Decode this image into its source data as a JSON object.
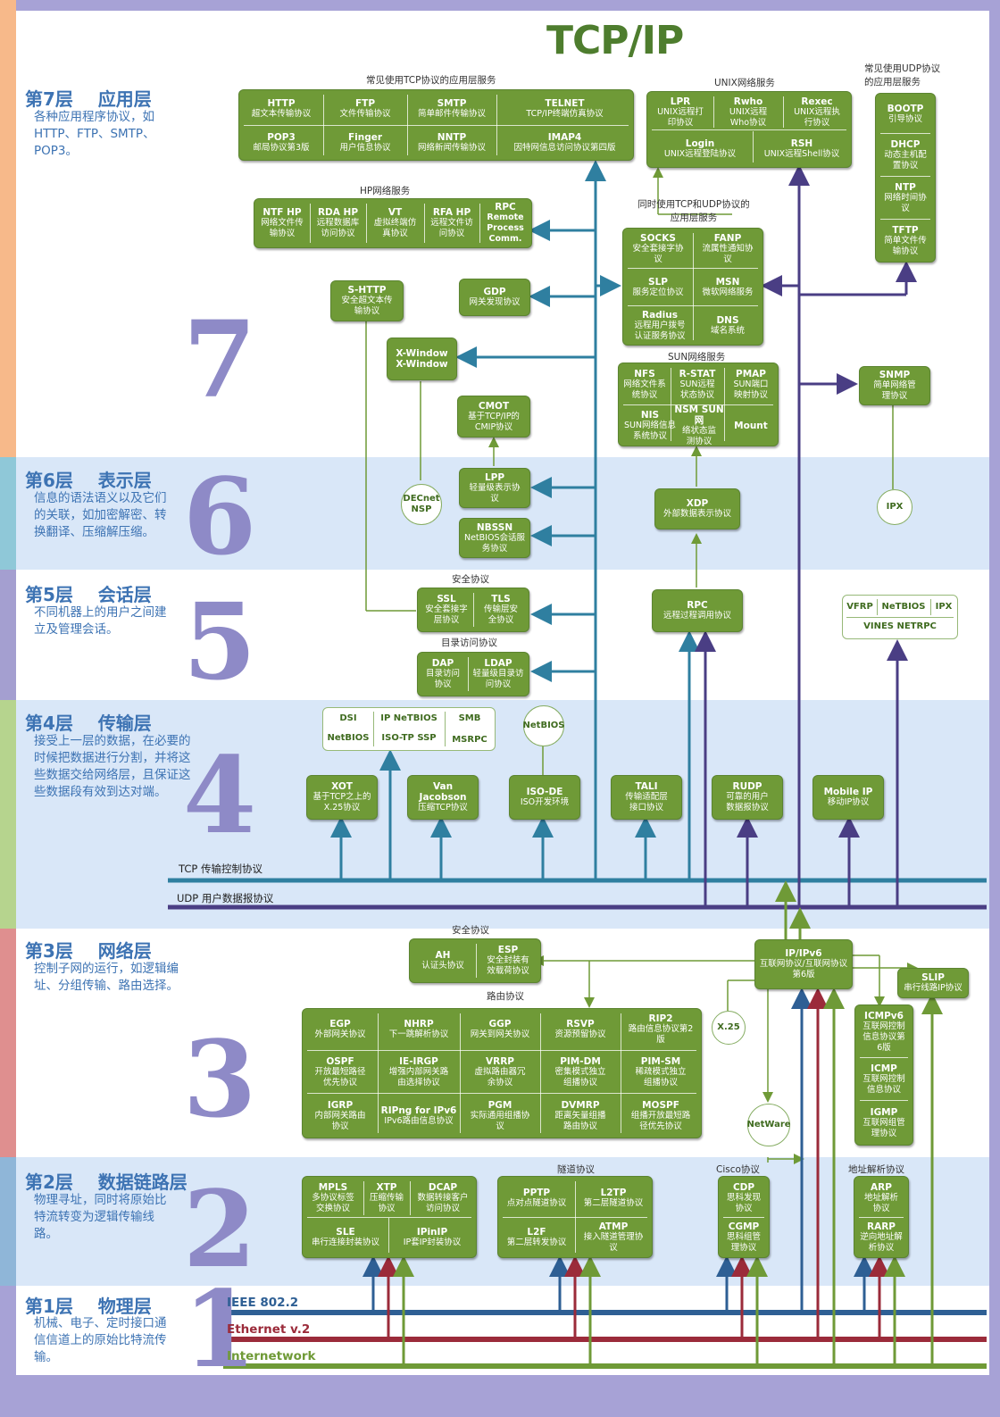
{
  "title": "TCP/IP",
  "layers": [
    {
      "title": "第7层    应用层",
      "desc": "各种应用程序协议，如HTTP、FTP、SMTP、POP3。",
      "num": "7"
    },
    {
      "title": "第6层    表示层",
      "desc": "信息的语法语义以及它们的关联，如加密解密、转换翻译、压缩解压缩。",
      "num": "6"
    },
    {
      "title": "第5层    会话层",
      "desc": "不同机器上的用户之间建立及管理会话。",
      "num": "5"
    },
    {
      "title": "第4层    传输层",
      "desc": "接受上一层的数据，在必要的时候把数据进行分割，并将这些数据交给网络层，且保证这些数据段有效到达对端。",
      "num": "4"
    },
    {
      "title": "第3层    网络层",
      "desc": "控制子网的运行，如逻辑编址、分组传输、路由选择。",
      "num": "3"
    },
    {
      "title": "第2层    数据链路层",
      "desc": "物理寻址，同时将原始比特流转变为逻辑传输线路。",
      "num": "2"
    },
    {
      "title": "第1层    物理层",
      "desc": "机械、电子、定时接口通信信道上的原始比特流传输。",
      "num": "1"
    }
  ],
  "captions": {
    "tcp_apps": "常见使用TCP协议的应用层服务",
    "unix": "UNIX网络服务",
    "udp_apps": "常见使用UDP协议的应用层服务",
    "hp": "HP网络服务",
    "both": "同时使用TCP和UDP协议的应用层服务",
    "sun": "SUN网络服务",
    "sec5": "安全协议",
    "dir": "目录访问协议",
    "sec3": "安全协议",
    "routing": "路由协议",
    "tunnel": "隧道协议",
    "cisco": "Cisco协议",
    "arp": "地址解析协议"
  },
  "buses": {
    "tcp": "TCP 传输控制协议",
    "udp": "UDP 用户数据报协议",
    "ieee": "IEEE 802.2",
    "ethernet": "Ethernet v.2",
    "internetwork": "Internetwork"
  },
  "bus_colors": {
    "tcp": "#2f7fa0",
    "udp": "#4a3e84",
    "ieee": "#2e5f94",
    "ethernet": "#9b2b3a",
    "internetwork": "#6f9a37"
  },
  "protocols": {
    "http_n": "HTTP",
    "http_d": "超文本传输协议",
    "ftp_n": "FTP",
    "ftp_d": "文件传输协议",
    "smtp_n": "SMTP",
    "smtp_d": "简单邮件传输协议",
    "telnet_n": "TELNET",
    "telnet_d": "TCP/IP终端仿真协议",
    "pop3_n": "POP3",
    "pop3_d": "邮局协议第3版",
    "finger_n": "Finger",
    "finger_d": "用户信息协议",
    "nntp_n": "NNTP",
    "nntp_d": "网络新闻传输协议",
    "imap4_n": "IMAP4",
    "imap4_d": "因特网信息访问协议第四版",
    "lpr_n": "LPR",
    "lpr_d": "UNIX远程打印协议",
    "rwho_n": "Rwho",
    "rwho_d": "UNIX远程Who协议",
    "rexec_n": "Rexec",
    "rexec_d": "UNIX远程执行协议",
    "login_n": "Login",
    "login_d": "UNIX远程登陆协议",
    "rsh_n": "RSH",
    "rsh_d": "UNIX远程Shell协议",
    "bootp_n": "BOOTP",
    "bootp_d": "引导协议",
    "dhcp_n": "DHCP",
    "dhcp_d": "动态主机配置协议",
    "ntp_n": "NTP",
    "ntp_d": "网络时间协议",
    "tftp_n": "TFTP",
    "tftp_d": "简单文件传输协议",
    "ntfhp_n": "NTF HP",
    "ntfhp_d": "网络文件传输协议",
    "rdahp_n": "RDA HP",
    "rdahp_d": "远程数据库访问协议",
    "vt_n": "VT",
    "vt_d": "虚拟终端仿真协议",
    "rfahp_n": "RFA HP",
    "rfahp_d": "远程文件访问协议",
    "rpcp_n": "RPC",
    "rpcp_d": "Remote Process Comm.",
    "socks_n": "SOCKS",
    "socks_d": "安全套接字协议",
    "fanp_n": "FANP",
    "fanp_d": "流属性通知协议",
    "slp_n": "SLP",
    "slp_d": "服务定位协议",
    "msn_n": "MSN",
    "msn_d": "微软网络服务",
    "radius_n": "Radius",
    "radius_d": "远程用户拨号认证服务协议",
    "dns_n": "DNS",
    "dns_d": "域名系统",
    "shttp_n": "S-HTTP",
    "shttp_d": "安全超文本传输协议",
    "gdp_n": "GDP",
    "gdp_d": "网关发现协议",
    "xwin_n": "X-Window",
    "xwin_d": "X-Window",
    "cmot_n": "CMOT",
    "cmot_d": "基于TCP/IP的CMIP协议",
    "nfs_n": "NFS",
    "nfs_d": "网络文件系统协议",
    "rstat_n": "R-STAT",
    "rstat_d": "SUN远程状态协议",
    "pmap_n": "PMAP",
    "pmap_d": "SUN端口映射协议",
    "nis_n": "NIS",
    "nis_d": "SUN网络信息系统协议",
    "nsm_n": "NSM SUN网",
    "nsm_d": "络状态监测协议",
    "mount_n": "Mount",
    "snmp_n": "SNMP",
    "snmp_d": "简单网络管理协议",
    "lpp_n": "LPP",
    "lpp_d": "轻量级表示协议",
    "nbssn_n": "NBSSN",
    "nbssn_d": "NetBIOS会话服务协议",
    "xdp_n": "XDP",
    "xdp_d": "外部数据表示协议",
    "ssl_n": "SSL",
    "ssl_d": "安全套接字层协议",
    "tls_n": "TLS",
    "tls_d": "传输层安全协议",
    "rpc_n": "RPC",
    "rpc_d": "远程过程调用协议",
    "dap_n": "DAP",
    "dap_d": "目录访问协议",
    "ldap_n": "LDAP",
    "ldap_d": "轻量级目录访问协议",
    "xot_n": "XOT",
    "xot_d": "基于TCP之上的X.25协议",
    "vj_n": "Van Jacobson",
    "vj_d": "压缩TCP协议",
    "isode_n": "ISO-DE",
    "isode_d": "ISO开发环境",
    "tali_n": "TALI",
    "tali_d": "传输适配层接口协议",
    "rudp_n": "RUDP",
    "rudp_d": "可靠的用户数据报协议",
    "mip_n": "Mobile IP",
    "mip_d": "移动IP协议",
    "ah_n": "AH",
    "ah_d": "认证头协议",
    "esp_n": "ESP",
    "esp_d": "安全封装有效载荷协议",
    "ip_n": "IP/IPv6",
    "ip_d": "互联网协议/互联网协议第6版",
    "slip_n": "SLIP",
    "slip_d": "串行线路IP协议",
    "egp_n": "EGP",
    "egp_d": "外部网关协议",
    "nhrp_n": "NHRP",
    "nhrp_d": "下一跳解析协议",
    "ggp_n": "GGP",
    "ggp_d": "网关到网关协议",
    "rsvp_n": "RSVP",
    "rsvp_d": "资源预留协议",
    "rip2_n": "RIP2",
    "rip2_d": "路由信息协议第2版",
    "ospf_n": "OSPF",
    "ospf_d": "开放最短路径优先协议",
    "ieirgp_n": "IE-IRGP",
    "ieirgp_d": "增强内部网关路由选择协议",
    "vrrp_n": "VRRP",
    "vrrp_d": "虚拟路由器冗余协议",
    "pimdm_n": "PIM-DM",
    "pimdm_d": "密集模式独立组播协议",
    "pimsm_n": "PIM-SM",
    "pimsm_d": "稀疏模式独立组播协议",
    "igrp_n": "IGRP",
    "igrp_d": "内部网关路由协议",
    "ripng_n": "RIPng for IPv6",
    "ripng_d": "IPv6路由信息协议",
    "pgm_n": "PGM",
    "pgm_d": "实际通用组播协议",
    "dvmrp_n": "DVMRP",
    "dvmrp_d": "距离矢量组播路由协议",
    "mospf_n": "MOSPF",
    "mospf_d": "组播开放最短路径优先协议",
    "icmpv6_n": "ICMPv6",
    "icmpv6_d": "互联网控制信息协议第6版",
    "icmp_n": "ICMP",
    "icmp_d": "互联网控制信息协议",
    "igmp_n": "IGMP",
    "igmp_d": "互联网组管理协议",
    "mpls_n": "MPLS",
    "mpls_d": "多协议标签交换协议",
    "xtp_n": "XTP",
    "xtp_d": "压缩传输协议",
    "dcap_n": "DCAP",
    "dcap_d": "数据转接客户访问协议",
    "sle_n": "SLE",
    "sle_d": "串行连接封装协议",
    "ipinip_n": "IPinIP",
    "ipinip_d": "IP套IP封装协议",
    "pptp_n": "PPTP",
    "pptp_d": "点对点隧道协议",
    "l2tp_n": "L2TP",
    "l2tp_d": "第二层隧道协议",
    "l2f_n": "L2F",
    "l2f_d": "第二层转发协议",
    "atmp_n": "ATMP",
    "atmp_d": "接入隧道管理协议",
    "cdp_n": "CDP",
    "cdp_d": "思科发现协议",
    "cgmp_n": "CGMP",
    "cgmp_d": "思科组管理协议",
    "arp_n": "ARP",
    "arp_d": "地址解析协议",
    "rarp_n": "RARP",
    "rarp_d": "逆向地址解析协议"
  },
  "plain": {
    "dsi": "DSI",
    "ipnetbios": "IP NeTBIOS",
    "smb": "SMB",
    "netbios": "NetBIOS",
    "isotp": "ISO-TP SSP",
    "msrpc": "MSRPC",
    "vfrp": "VFRP",
    "netbios5": "NeTBIOS",
    "ipx5": "IPX",
    "vines": "VINES NETRPC",
    "decnet": "DECnet NSP",
    "ipx7": "IPX",
    "netbioscirc": "NetBIOS",
    "x25": "X.25",
    "netware": "NetWare"
  }
}
